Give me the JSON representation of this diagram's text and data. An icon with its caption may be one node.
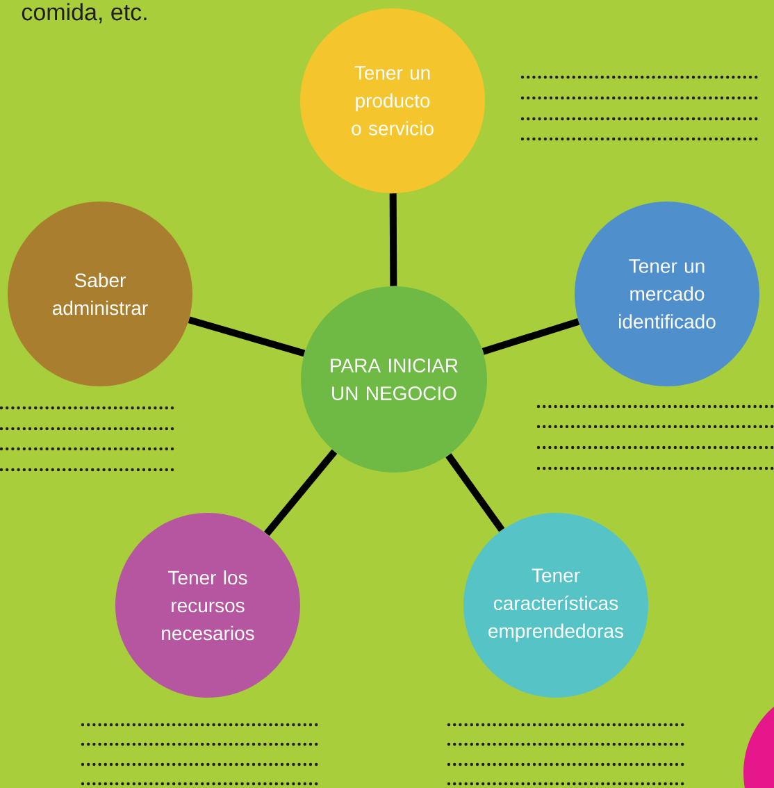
{
  "diagram": {
    "nodes": [
      {
        "text": [
          "Tener un producto o servicio"
        ]
      },
      {
        "text": [
          "Saber administrar"
        ]
      },
      {
        "text": [
          "Tener un mercado identificado"
        ]
      },
      {
        "text": [
          "PARA INICIAR UN NEGOCIO"
        ]
      },
      {
        "text": [
          "Tener los recursos necesarios"
        ]
      },
      {
        "text": [
          "Tener características emprendedoras"
        ]
      },
      {
        "text": [],
        "shape": "circle"
      }
    ],
    "edges": [
      {
        "from": 3,
        "to": 0,
        "arrow": "none"
      },
      {
        "from": 3,
        "to": 1,
        "arrow": "none"
      },
      {
        "from": 3,
        "to": 2,
        "arrow": "none"
      },
      {
        "from": 3,
        "to": 4,
        "arrow": "none"
      },
      {
        "from": 3,
        "to": 5,
        "arrow": "none"
      }
    ],
    "labels": [
      "comida, etc."
    ]
  }
}
